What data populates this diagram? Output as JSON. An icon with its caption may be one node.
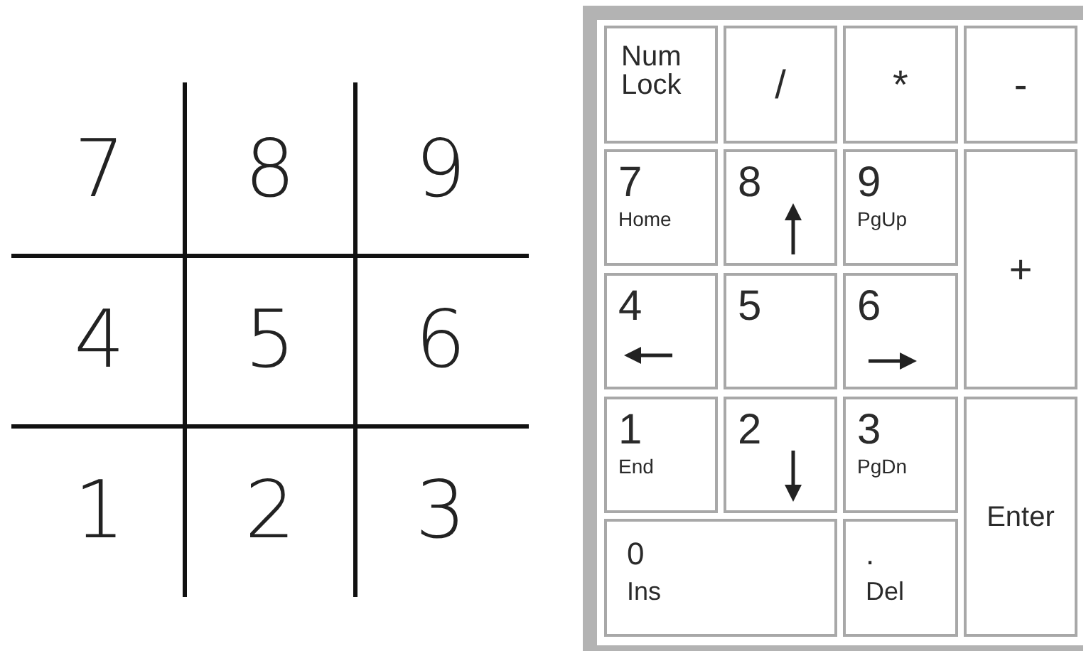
{
  "diagram": {
    "nodes": [
      {
        "text": [
          "Num Lock"
        ]
      },
      {
        "text": [
          "/"
        ]
      },
      {
        "text": [
          "*"
        ]
      },
      {
        "text": [
          "-"
        ]
      },
      {
        "text": [
          "7",
          "Home"
        ]
      },
      {
        "text": [
          "8"
        ]
      },
      {
        "text": [
          "9",
          "PgUp"
        ]
      },
      {
        "text": [
          "+"
        ]
      },
      {
        "text": [
          "4"
        ]
      },
      {
        "text": [
          "5"
        ]
      },
      {
        "text": [
          "6"
        ]
      },
      {
        "text": [
          "1",
          "End"
        ]
      },
      {
        "text": [
          "2"
        ]
      },
      {
        "text": [
          "3",
          "PgDn"
        ]
      },
      {
        "text": [
          "Enter"
        ]
      },
      {
        "text": [
          "0",
          "Ins"
        ]
      },
      {
        "text": [
          ".",
          "Del"
        ]
      }
    ],
    "labels": [
      "7",
      "8",
      "9",
      "4",
      "5",
      "6",
      "1",
      "2",
      "3"
    ]
  }
}
